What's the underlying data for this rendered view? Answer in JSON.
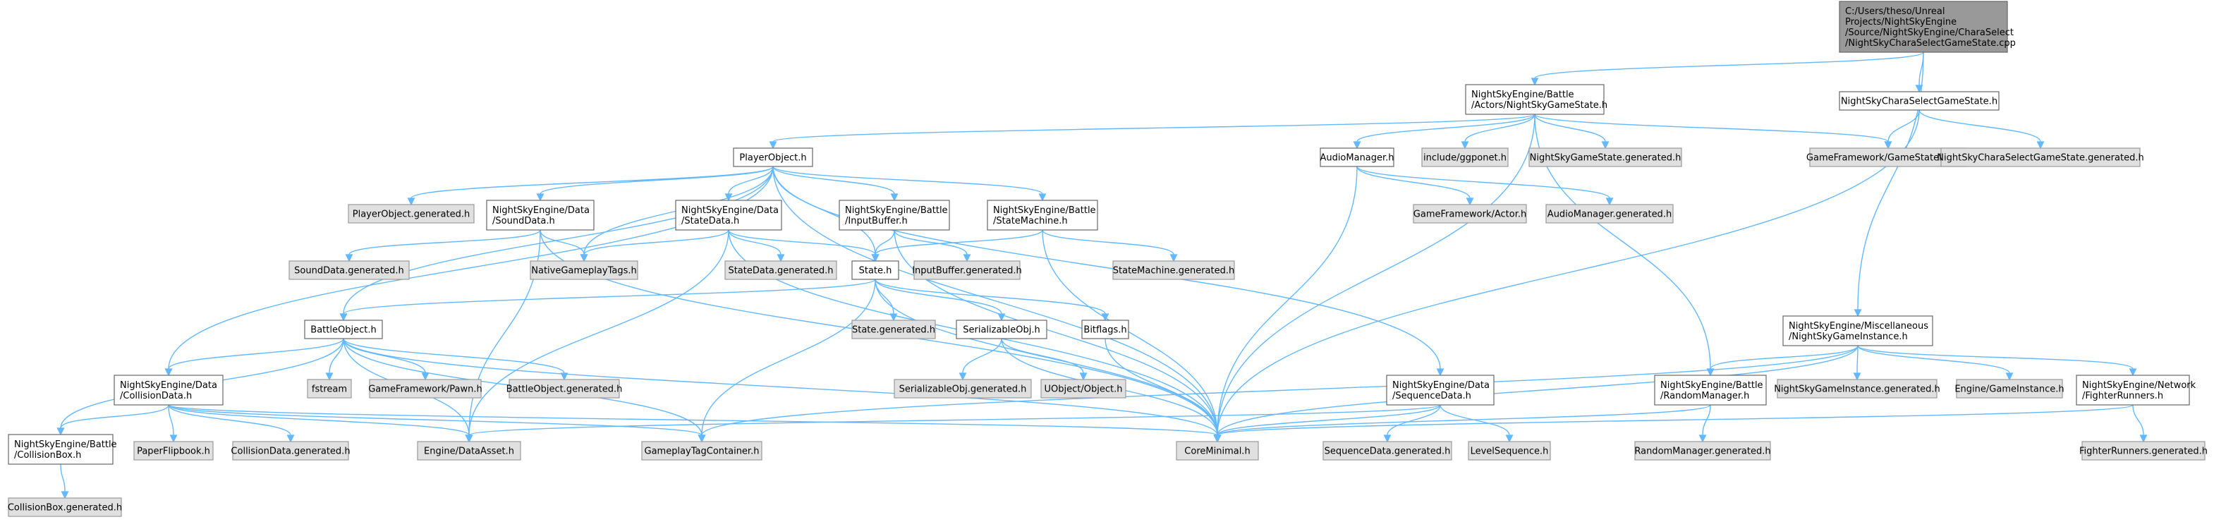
{
  "colors": {
    "edge": "#63b8ff",
    "root_fill": "#999999",
    "root_border": "#666666",
    "doc_fill": "#ffffff",
    "doc_border": "#666666",
    "ext_fill": "#e0e0e0",
    "ext_border": "#999999"
  },
  "nodes": [
    {
      "id": "root",
      "kind": "root",
      "lines": [
        "C:/Users/theso/Unreal",
        "Projects/NightSkyEngine",
        "/Source/NightSkyEngine/CharaSelect",
        "/NightSkyCharaSelectGameState.cpp"
      ]
    },
    {
      "id": "gamestate",
      "kind": "doc",
      "lines": [
        "NightSkyEngine/Battle",
        "/Actors/NightSkyGameState.h"
      ]
    },
    {
      "id": "charaselect",
      "kind": "doc",
      "lines": [
        "NightSkyCharaSelectGameState.h"
      ]
    },
    {
      "id": "playerobject",
      "kind": "doc",
      "lines": [
        "PlayerObject.h"
      ]
    },
    {
      "id": "audiomanager",
      "kind": "doc",
      "lines": [
        "AudioManager.h"
      ]
    },
    {
      "id": "ggponet",
      "kind": "ext",
      "lines": [
        "include/ggponet.h"
      ]
    },
    {
      "id": "gamestate_gen",
      "kind": "ext",
      "lines": [
        "NightSkyGameState.generated.h"
      ]
    },
    {
      "id": "gamestatebase",
      "kind": "ext",
      "lines": [
        "GameFramework/GameStateBase.h"
      ]
    },
    {
      "id": "charaselect_gen",
      "kind": "ext",
      "lines": [
        "NightSkyCharaSelectGameState.generated.h"
      ]
    },
    {
      "id": "playerobject_gen",
      "kind": "ext",
      "lines": [
        "PlayerObject.generated.h"
      ]
    },
    {
      "id": "sounddata",
      "kind": "doc",
      "lines": [
        "NightSkyEngine/Data",
        "/SoundData.h"
      ]
    },
    {
      "id": "statedata",
      "kind": "doc",
      "lines": [
        "NightSkyEngine/Data",
        "/StateData.h"
      ]
    },
    {
      "id": "inputbuffer",
      "kind": "doc",
      "lines": [
        "NightSkyEngine/Battle",
        "/InputBuffer.h"
      ]
    },
    {
      "id": "statemachine",
      "kind": "doc",
      "lines": [
        "NightSkyEngine/Battle",
        "/StateMachine.h"
      ]
    },
    {
      "id": "actor",
      "kind": "ext",
      "lines": [
        "GameFramework/Actor.h"
      ]
    },
    {
      "id": "audiomanager_gen",
      "kind": "ext",
      "lines": [
        "AudioManager.generated.h"
      ]
    },
    {
      "id": "sounddata_gen",
      "kind": "ext",
      "lines": [
        "SoundData.generated.h"
      ]
    },
    {
      "id": "nativetags",
      "kind": "ext",
      "lines": [
        "NativeGameplayTags.h"
      ]
    },
    {
      "id": "statedata_gen",
      "kind": "ext",
      "lines": [
        "StateData.generated.h"
      ]
    },
    {
      "id": "state",
      "kind": "doc",
      "lines": [
        "State.h"
      ]
    },
    {
      "id": "inputbuffer_gen",
      "kind": "ext",
      "lines": [
        "InputBuffer.generated.h"
      ]
    },
    {
      "id": "statemachine_gen",
      "kind": "ext",
      "lines": [
        "StateMachine.generated.h"
      ]
    },
    {
      "id": "battleobject",
      "kind": "doc",
      "lines": [
        "BattleObject.h"
      ]
    },
    {
      "id": "state_gen",
      "kind": "ext",
      "lines": [
        "State.generated.h"
      ]
    },
    {
      "id": "serializable",
      "kind": "doc",
      "lines": [
        "SerializableObj.h"
      ]
    },
    {
      "id": "bitflags",
      "kind": "doc",
      "lines": [
        "Bitflags.h"
      ]
    },
    {
      "id": "gameinstance",
      "kind": "doc",
      "lines": [
        "NightSkyEngine/Miscellaneous",
        "/NightSkyGameInstance.h"
      ]
    },
    {
      "id": "collisiondata",
      "kind": "doc",
      "lines": [
        "NightSkyEngine/Data",
        "/CollisionData.h"
      ]
    },
    {
      "id": "fstream",
      "kind": "ext",
      "lines": [
        "fstream"
      ]
    },
    {
      "id": "pawn",
      "kind": "ext",
      "lines": [
        "GameFramework/Pawn.h"
      ]
    },
    {
      "id": "battleobject_gen",
      "kind": "ext",
      "lines": [
        "BattleObject.generated.h"
      ]
    },
    {
      "id": "sequencedata",
      "kind": "doc",
      "lines": [
        "NightSkyEngine/Data",
        "/SequenceData.h"
      ]
    },
    {
      "id": "serializable_gen",
      "kind": "ext",
      "lines": [
        "SerializableObj.generated.h"
      ]
    },
    {
      "id": "uobject",
      "kind": "ext",
      "lines": [
        "UObject/Object.h"
      ]
    },
    {
      "id": "randommanager",
      "kind": "doc",
      "lines": [
        "NightSkyEngine/Battle",
        "/RandomManager.h"
      ]
    },
    {
      "id": "gameinstance_gen",
      "kind": "ext",
      "lines": [
        "NightSkyGameInstance.generated.h"
      ]
    },
    {
      "id": "engine_gi",
      "kind": "ext",
      "lines": [
        "Engine/GameInstance.h"
      ]
    },
    {
      "id": "fighterrunners",
      "kind": "doc",
      "lines": [
        "NightSkyEngine/Network",
        "/FighterRunners.h"
      ]
    },
    {
      "id": "collisionbox",
      "kind": "doc",
      "lines": [
        "NightSkyEngine/Battle",
        "/CollisionBox.h"
      ]
    },
    {
      "id": "paperflipbook",
      "kind": "ext",
      "lines": [
        "PaperFlipbook.h"
      ]
    },
    {
      "id": "collisiondata_gen",
      "kind": "ext",
      "lines": [
        "CollisionData.generated.h"
      ]
    },
    {
      "id": "dataasset",
      "kind": "ext",
      "lines": [
        "Engine/DataAsset.h"
      ]
    },
    {
      "id": "gameplaytagcontainer",
      "kind": "ext",
      "lines": [
        "GameplayTagContainer.h"
      ]
    },
    {
      "id": "coreminimal",
      "kind": "ext",
      "lines": [
        "CoreMinimal.h"
      ]
    },
    {
      "id": "sequencedata_gen",
      "kind": "ext",
      "lines": [
        "SequenceData.generated.h"
      ]
    },
    {
      "id": "levelsequence",
      "kind": "ext",
      "lines": [
        "LevelSequence.h"
      ]
    },
    {
      "id": "randommanager_gen",
      "kind": "ext",
      "lines": [
        "RandomManager.generated.h"
      ]
    },
    {
      "id": "fighterrunners_gen",
      "kind": "ext",
      "lines": [
        "FighterRunners.generated.h"
      ]
    },
    {
      "id": "collisionbox_gen",
      "kind": "ext",
      "lines": [
        "CollisionBox.generated.h"
      ]
    }
  ],
  "edges": [
    [
      "root",
      "gamestate"
    ],
    [
      "root",
      "charaselect"
    ],
    [
      "root",
      "gameinstance"
    ],
    [
      "gamestate",
      "playerobject"
    ],
    [
      "gamestate",
      "audiomanager"
    ],
    [
      "gamestate",
      "ggponet"
    ],
    [
      "gamestate",
      "gamestate_gen"
    ],
    [
      "gamestate",
      "gamestatebase"
    ],
    [
      "gamestate",
      "coreminimal"
    ],
    [
      "gamestate",
      "randommanager"
    ],
    [
      "charaselect",
      "gamestatebase"
    ],
    [
      "charaselect",
      "charaselect_gen"
    ],
    [
      "charaselect",
      "coreminimal"
    ],
    [
      "playerobject",
      "playerobject_gen"
    ],
    [
      "playerobject",
      "sounddata"
    ],
    [
      "playerobject",
      "statedata"
    ],
    [
      "playerobject",
      "inputbuffer"
    ],
    [
      "playerobject",
      "statemachine"
    ],
    [
      "playerobject",
      "nativetags"
    ],
    [
      "playerobject",
      "state"
    ],
    [
      "playerobject",
      "battleobject"
    ],
    [
      "playerobject",
      "collisiondata"
    ],
    [
      "playerobject",
      "sequencedata"
    ],
    [
      "playerobject",
      "coreminimal"
    ],
    [
      "audiomanager",
      "actor"
    ],
    [
      "audiomanager",
      "audiomanager_gen"
    ],
    [
      "audiomanager",
      "coreminimal"
    ],
    [
      "sounddata",
      "sounddata_gen"
    ],
    [
      "sounddata",
      "nativetags"
    ],
    [
      "sounddata",
      "dataasset"
    ],
    [
      "sounddata",
      "coreminimal"
    ],
    [
      "statedata",
      "statedata_gen"
    ],
    [
      "statedata",
      "state"
    ],
    [
      "statedata",
      "nativetags"
    ],
    [
      "statedata",
      "dataasset"
    ],
    [
      "statedata",
      "coreminimal"
    ],
    [
      "inputbuffer",
      "inputbuffer_gen"
    ],
    [
      "inputbuffer",
      "state"
    ],
    [
      "inputbuffer",
      "coreminimal"
    ],
    [
      "statemachine",
      "statemachine_gen"
    ],
    [
      "statemachine",
      "state"
    ],
    [
      "statemachine",
      "coreminimal"
    ],
    [
      "state",
      "battleobject"
    ],
    [
      "state",
      "state_gen"
    ],
    [
      "state",
      "serializable"
    ],
    [
      "state",
      "bitflags"
    ],
    [
      "state",
      "gameplaytagcontainer"
    ],
    [
      "state",
      "coreminimal"
    ],
    [
      "battleobject",
      "collisiondata"
    ],
    [
      "battleobject",
      "fstream"
    ],
    [
      "battleobject",
      "pawn"
    ],
    [
      "battleobject",
      "battleobject_gen"
    ],
    [
      "battleobject",
      "collisionbox"
    ],
    [
      "battleobject",
      "dataasset"
    ],
    [
      "battleobject",
      "gameplaytagcontainer"
    ],
    [
      "battleobject",
      "coreminimal"
    ],
    [
      "serializable",
      "serializable_gen"
    ],
    [
      "serializable",
      "uobject"
    ],
    [
      "serializable",
      "coreminimal"
    ],
    [
      "bitflags",
      "coreminimal"
    ],
    [
      "collisiondata",
      "collisionbox"
    ],
    [
      "collisiondata",
      "paperflipbook"
    ],
    [
      "collisiondata",
      "collisiondata_gen"
    ],
    [
      "collisiondata",
      "dataasset"
    ],
    [
      "collisiondata",
      "gameplaytagcontainer"
    ],
    [
      "collisiondata",
      "coreminimal"
    ],
    [
      "collisionbox",
      "collisionbox_gen"
    ],
    [
      "sequencedata",
      "sequencedata_gen"
    ],
    [
      "sequencedata",
      "levelsequence"
    ],
    [
      "sequencedata",
      "dataasset"
    ],
    [
      "sequencedata",
      "coreminimal"
    ],
    [
      "gameinstance",
      "randommanager"
    ],
    [
      "gameinstance",
      "gameinstance_gen"
    ],
    [
      "gameinstance",
      "engine_gi"
    ],
    [
      "gameinstance",
      "fighterrunners"
    ],
    [
      "gameinstance",
      "gameplaytagcontainer"
    ],
    [
      "gameinstance",
      "coreminimal"
    ],
    [
      "randommanager",
      "randommanager_gen"
    ],
    [
      "randommanager",
      "coreminimal"
    ],
    [
      "fighterrunners",
      "fighterrunners_gen"
    ],
    [
      "fighterrunners",
      "coreminimal"
    ]
  ]
}
